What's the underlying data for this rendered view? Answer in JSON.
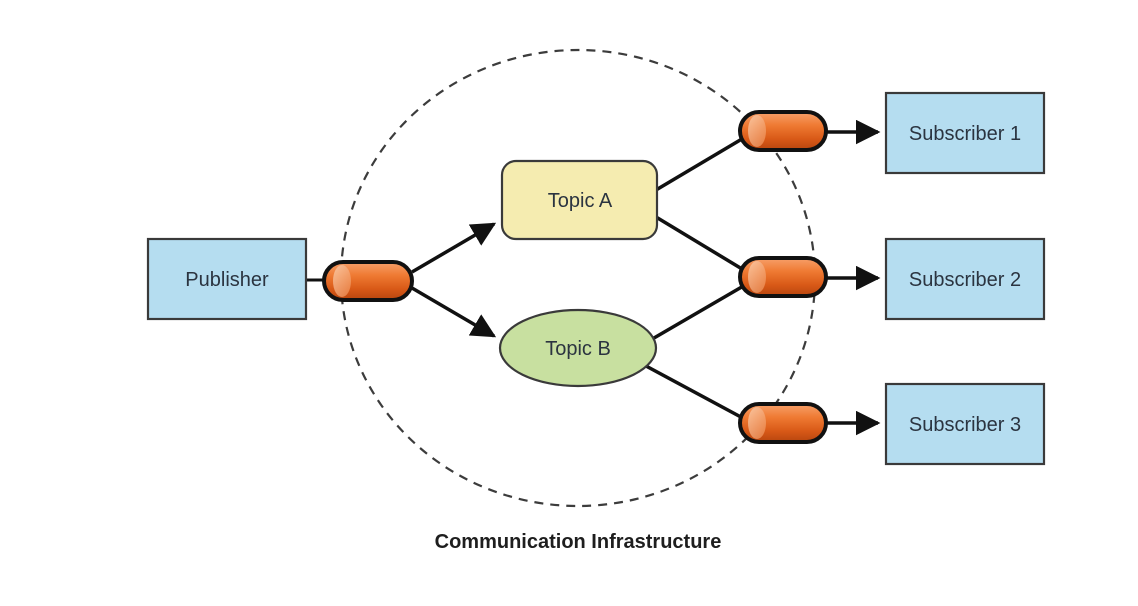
{
  "diagram": {
    "title": "Publish/Subscribe messaging model",
    "caption": "Communication Infrastructure",
    "publisher": {
      "label": "Publisher"
    },
    "topics": [
      {
        "id": "topic-a",
        "label": "Topic A",
        "shape": "rounded-rectangle"
      },
      {
        "id": "topic-b",
        "label": "Topic B",
        "shape": "ellipse"
      }
    ],
    "subscribers": [
      {
        "id": "subscriber-1",
        "label": "Subscriber 1"
      },
      {
        "id": "subscriber-2",
        "label": "Subscriber 2"
      },
      {
        "id": "subscriber-3",
        "label": "Subscriber 3"
      }
    ],
    "connections": [
      {
        "from": "Publisher",
        "to": "Topic A"
      },
      {
        "from": "Publisher",
        "to": "Topic B"
      },
      {
        "from": "Topic A",
        "to": "Subscriber 1"
      },
      {
        "from": "Topic A",
        "to": "Subscriber 2"
      },
      {
        "from": "Topic B",
        "to": "Subscriber 2"
      },
      {
        "from": "Topic B",
        "to": "Subscriber 3"
      }
    ],
    "colors": {
      "endpoint_fill": "#b5ddf0",
      "topic_a_fill": "#f5ecb0",
      "topic_b_fill": "#c8e0a0",
      "channel_fill": "#e86a26",
      "outline": "#3a3a3a"
    }
  }
}
